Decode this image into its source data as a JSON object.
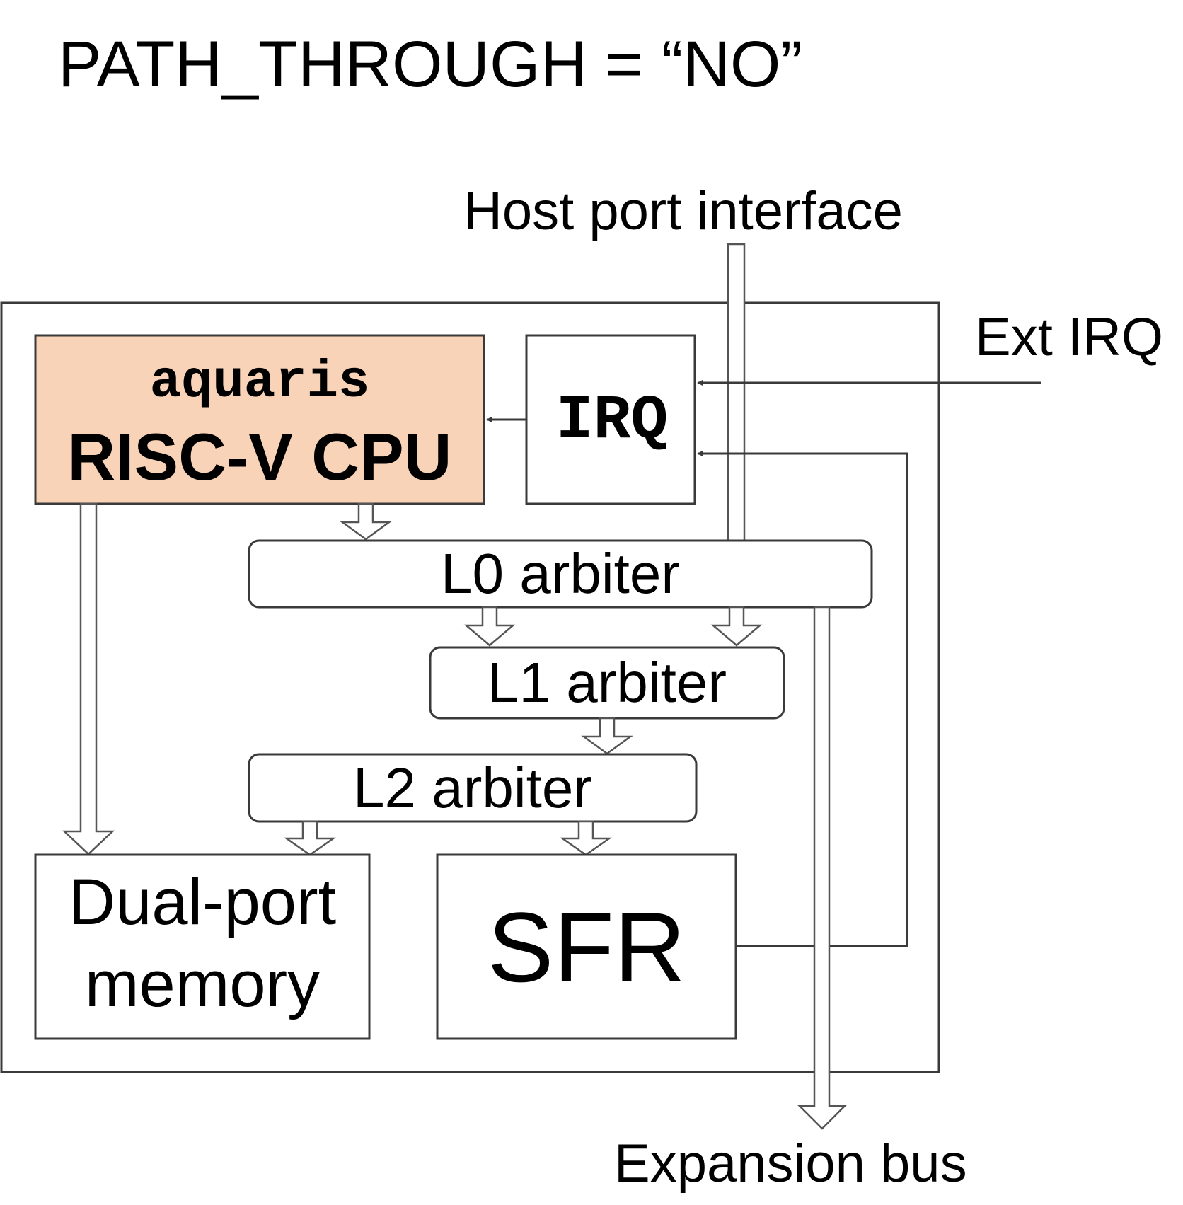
{
  "title": "PATH_THROUGH = “NO”",
  "labels": {
    "host_port": "Host port interface",
    "ext_irq": "Ext IRQ",
    "expansion_bus": "Expansion bus"
  },
  "blocks": {
    "cpu_line1": "aquaris",
    "cpu_line2": "RISC-V CPU",
    "irq": "IRQ",
    "l0": "L0 arbiter",
    "l1": "L1 arbiter",
    "l2": "L2 arbiter",
    "mem_line1": "Dual-port",
    "mem_line2": "memory",
    "sfr": "SFR"
  },
  "colors": {
    "cpu_fill": "#f8d3b8",
    "line": "#3a3a3a"
  }
}
